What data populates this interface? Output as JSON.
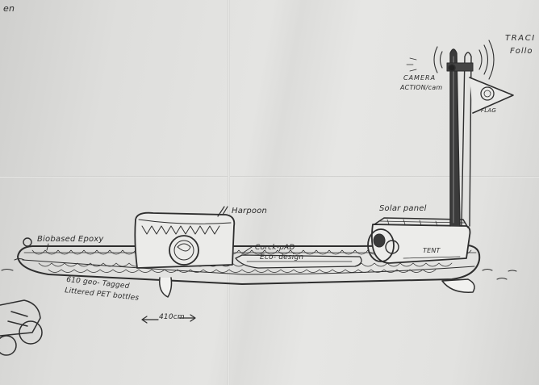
{
  "labels": {
    "corner_fragment": "en",
    "tracker": [
      "TRACI",
      "Follo"
    ],
    "camera": [
      "CAMERA",
      "ACTION/cam"
    ],
    "flag": "FLAG",
    "harpoon": "Harpoon",
    "solar_panel": "Solar panel",
    "biobased_epoxy": "Biobased  Epoxy",
    "cork_pad": [
      "Corck-pAD",
      "Eco- design"
    ],
    "tent": "TENT",
    "bottles": [
      "610 geo- Tagged",
      "Littered PET bottles"
    ],
    "length": "410cm"
  },
  "colors": {
    "paper": "#e2e2e0",
    "ink": "#2b2b2b"
  }
}
